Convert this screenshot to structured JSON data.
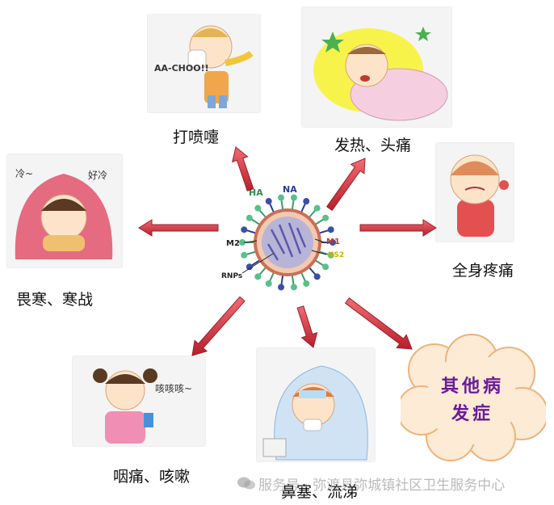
{
  "symptoms": {
    "sneeze": "打喷嚏",
    "fever_headache": "发热、头痛",
    "body_ache": "全身疼痛",
    "chills": "畏寒、寒战",
    "sore_throat_cough": "咽痛、咳嗽",
    "stuffy_runny_nose": "鼻塞、流涕",
    "complications_line1": "其他病",
    "complications_line2": "发症"
  },
  "virus_labels": {
    "ha": "HA",
    "na": "NA",
    "m2": "M2",
    "m1": "M1",
    "ns2": "NS2",
    "rnps": "RNPs"
  },
  "illustration_text": {
    "sneeze_sound": "AA-CHOO!!",
    "cold_left": "冷~",
    "cold_right": "好冷",
    "cough_sound": "咳咳咳~"
  },
  "watermark": "服务号 · 弥渡县弥城镇社区卫生服务中心",
  "colors": {
    "arrow_fill": "#d42a35",
    "arrow_edge": "#9b1f2a",
    "cloud_fill": "#fdebd5",
    "cloud_text": "#6a1b9a"
  }
}
